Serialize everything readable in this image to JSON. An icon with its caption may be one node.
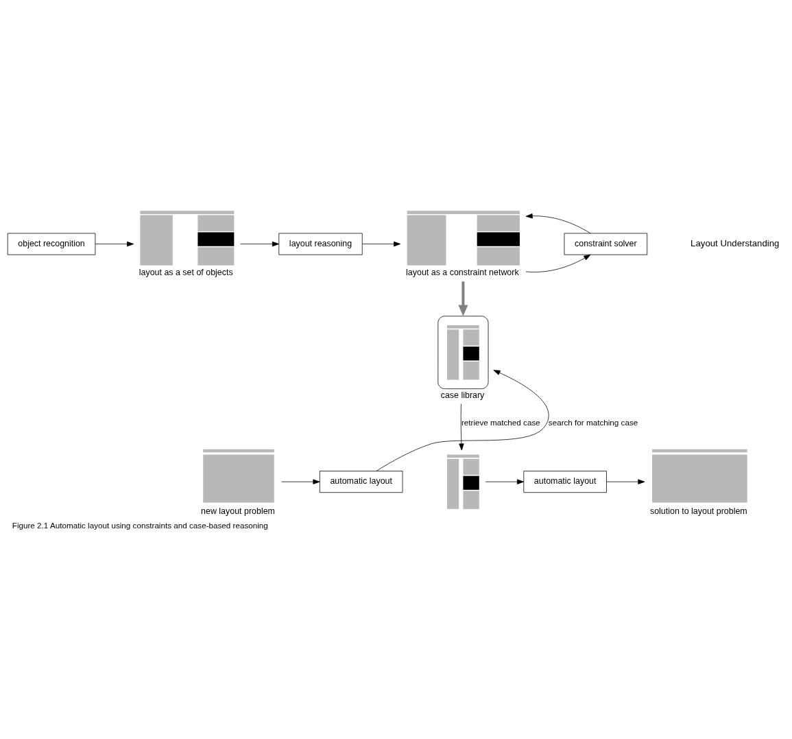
{
  "diagram": {
    "caption": "Figure 2.1 Automatic layout using constraints and case-based reasoning",
    "nodes": [
      {
        "text": [
          "object recognition"
        ]
      },
      {
        "text": [],
        "shape": "picture",
        "beside": [
          "layout as a set of objects"
        ]
      },
      {
        "text": [
          "layout reasoning"
        ]
      },
      {
        "text": [],
        "shape": "picture",
        "beside": [
          "layout as a constraint network"
        ]
      },
      {
        "text": [
          "constraint solver"
        ]
      },
      {
        "text": [],
        "shape": "box",
        "beside": [
          "case library"
        ]
      },
      {
        "text": [],
        "shape": "bar",
        "beside": [
          "new layout problem"
        ]
      },
      {
        "text": [
          "automatic layout"
        ]
      },
      {
        "text": [],
        "shape": "picture"
      },
      {
        "text": [
          "automatic layout"
        ]
      },
      {
        "text": [],
        "shape": "bar",
        "beside": [
          "solution to layout problem"
        ]
      }
    ],
    "edges": [
      {
        "from": 0,
        "to": 1,
        "arrow": "to"
      },
      {
        "from": 1,
        "to": 2,
        "arrow": "to"
      },
      {
        "from": 2,
        "to": 3,
        "arrow": "to"
      },
      {
        "from": 3,
        "to": 4,
        "arrow": "to"
      },
      {
        "from": 4,
        "to": 3,
        "arrow": "to"
      },
      {
        "from": 3,
        "to": 5,
        "arrow": "to",
        "style": "thick",
        "color": "#808080"
      },
      {
        "from": 6,
        "to": 7,
        "arrow": "to"
      },
      {
        "from": 7,
        "to": 5,
        "arrow": "to",
        "label": "search for matching case"
      },
      {
        "from": 5,
        "to": 8,
        "arrow": "to",
        "label": "retrieve matched case"
      },
      {
        "from": 8,
        "to": 9,
        "arrow": "to"
      },
      {
        "from": 9,
        "to": 10,
        "arrow": "to"
      }
    ],
    "labels": [
      "Layout Understanding"
    ]
  }
}
